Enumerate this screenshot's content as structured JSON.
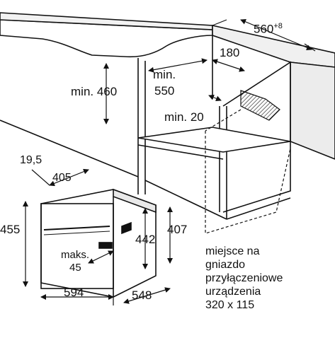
{
  "dimensions": {
    "cabinet_depth": "560",
    "cabinet_depth_tolerance": "+8",
    "rear_gap": "180",
    "min_height": "min. 460",
    "min_width_prefix": "min.",
    "min_width_value": "550",
    "min_gap": "min. 20",
    "front_offset": "19,5",
    "inner_width": "405",
    "total_height": "455",
    "inner_height": "442",
    "side_height": "407",
    "max_label": "maks.",
    "max_value": "45",
    "total_width": "594",
    "total_depth": "548"
  },
  "note": {
    "line1": "miejsce na",
    "line2": "gniazdo",
    "line3": "przyłączeniowe",
    "line4": "urządzenia",
    "line5": "320 x 115"
  },
  "colors": {
    "line": "#111111",
    "counter_fill": "#ffffff",
    "wall_shade": "#e9e9e9"
  }
}
